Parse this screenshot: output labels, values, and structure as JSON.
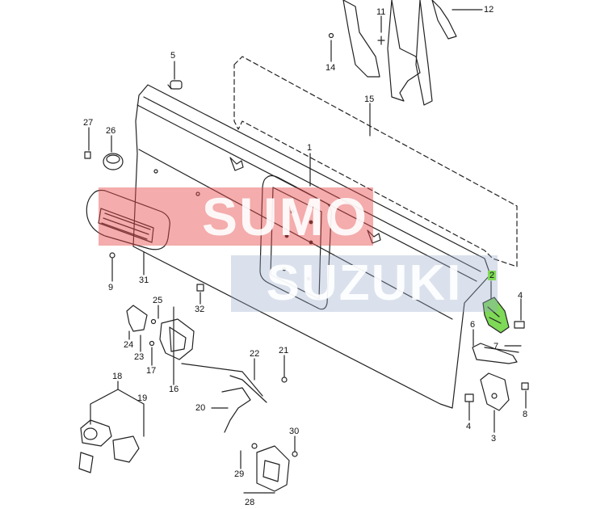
{
  "watermark": {
    "line1": "SUMO",
    "line2": "SUZUKI"
  },
  "callouts": [
    {
      "id": "c1",
      "text": "1"
    },
    {
      "id": "c2",
      "text": "2",
      "highlighted": true
    },
    {
      "id": "c3",
      "text": "3"
    },
    {
      "id": "c4a",
      "text": "4"
    },
    {
      "id": "c4b",
      "text": "4"
    },
    {
      "id": "c5",
      "text": "5"
    },
    {
      "id": "c6",
      "text": "6"
    },
    {
      "id": "c7",
      "text": "7"
    },
    {
      "id": "c8",
      "text": "8"
    },
    {
      "id": "c9",
      "text": "9"
    },
    {
      "id": "c11",
      "text": "11"
    },
    {
      "id": "c12",
      "text": "12"
    },
    {
      "id": "c14",
      "text": "14"
    },
    {
      "id": "c15",
      "text": "15"
    },
    {
      "id": "c16",
      "text": "16"
    },
    {
      "id": "c17",
      "text": "17"
    },
    {
      "id": "c18",
      "text": "18"
    },
    {
      "id": "c19",
      "text": "19"
    },
    {
      "id": "c20",
      "text": "20"
    },
    {
      "id": "c21",
      "text": "21"
    },
    {
      "id": "c22",
      "text": "22"
    },
    {
      "id": "c23",
      "text": "23"
    },
    {
      "id": "c24",
      "text": "24"
    },
    {
      "id": "c25",
      "text": "25"
    },
    {
      "id": "c26",
      "text": "26"
    },
    {
      "id": "c27",
      "text": "27"
    },
    {
      "id": "c28",
      "text": "28"
    },
    {
      "id": "c29",
      "text": "29"
    },
    {
      "id": "c30",
      "text": "30"
    },
    {
      "id": "c31",
      "text": "31"
    },
    {
      "id": "c32",
      "text": "32"
    }
  ],
  "colors": {
    "line": "#222222",
    "highlight": "#7ed957",
    "watermark_red": "#e64646",
    "watermark_blue": "#96aac8"
  }
}
